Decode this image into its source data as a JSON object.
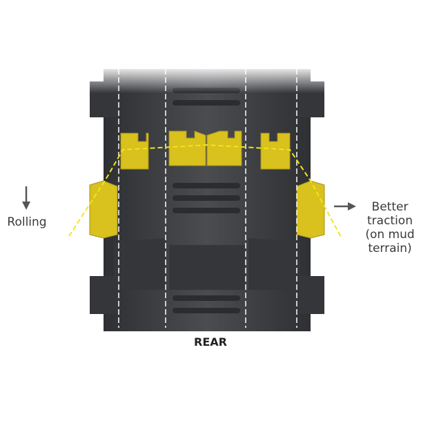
{
  "labels": {
    "rolling": "Rolling",
    "better_traction": [
      "Better",
      "traction",
      "(on mud",
      "terrain)"
    ],
    "position": "REAR"
  },
  "icons": {
    "rolling_direction": "arrow-down-icon",
    "traction_direction": "arrow-right-icon"
  },
  "colors": {
    "tire": "#3d3f42",
    "highlight": "#d9c11e",
    "guide_line": "#f2e51a"
  }
}
